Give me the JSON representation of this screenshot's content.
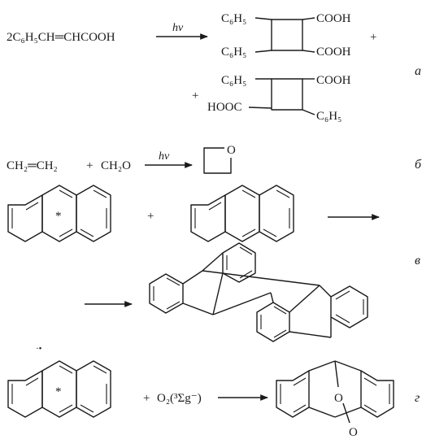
{
  "reactions": {
    "a": {
      "label": "а",
      "reactant": "2C₆H₅CH═CHCOOH",
      "condition": "hν",
      "product1": {
        "c6h5_top": "C₆H₅",
        "c6h5_bottom": "C₆H₅",
        "cooh_top": "COOH",
        "cooh_bottom": "COOH",
        "plus": "+"
      },
      "product2": {
        "c6h5_top": "C₆H₅",
        "cooh_top": "COOH",
        "hooc_bottom": "HOOC",
        "c6h5_bottom": "C₆H₅",
        "plus": "+"
      }
    },
    "b": {
      "label": "б",
      "reactant1": "CH₂═CH₂",
      "plus": "+",
      "reactant2": "CH₂O",
      "condition": "hν",
      "ring_atom": "O"
    },
    "c": {
      "label": "в",
      "excited_mark": "*",
      "plus": "+"
    },
    "d": {
      "label": "г",
      "excited_mark": "*",
      "plus": "+",
      "oxygen": "O₂(³Σg⁻)",
      "peroxide_o1": "O",
      "peroxide_o2": "O"
    },
    "misc": {
      "stray_mark": "·•"
    }
  }
}
